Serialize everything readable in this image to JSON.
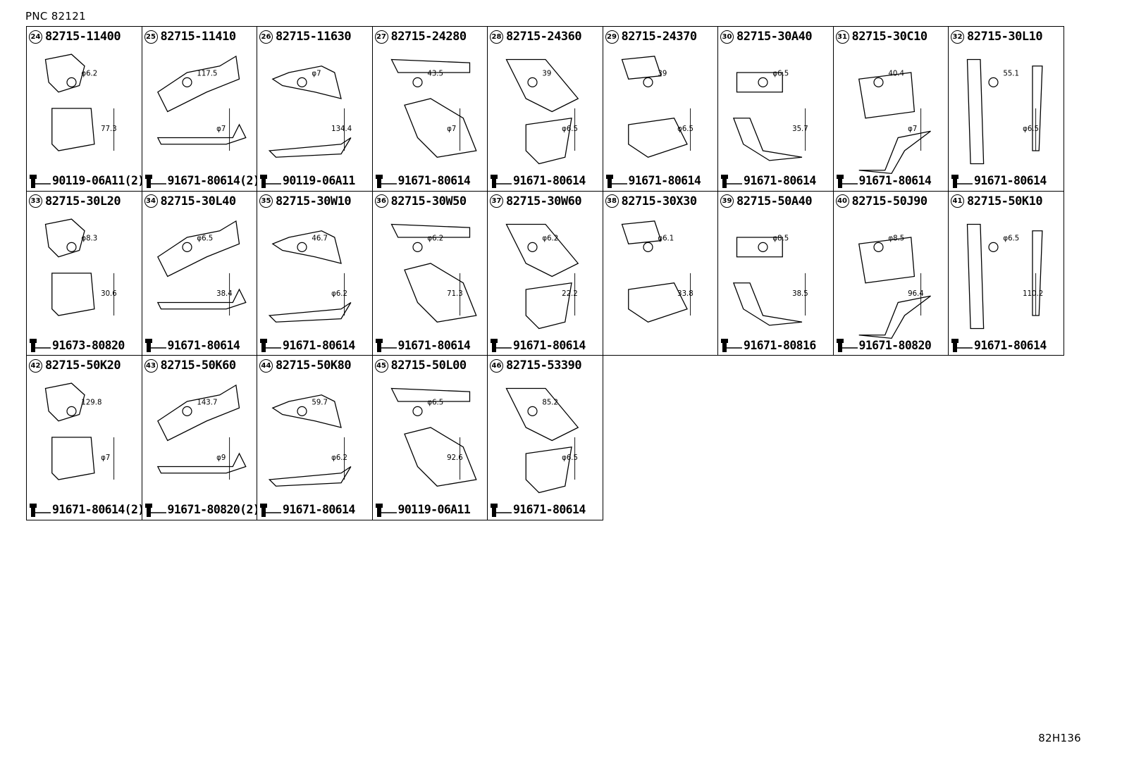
{
  "header": {
    "pnc": "PNC 82121"
  },
  "footer": {
    "figure_code": "82H136"
  },
  "cells": [
    {
      "index": "24",
      "part_no": "82715-11400",
      "bolt_no": "90119-06A11(2)",
      "dims": [
        "φ6.2",
        "77.3"
      ]
    },
    {
      "index": "25",
      "part_no": "82715-11410",
      "bolt_no": "91671-80614(2)",
      "dims": [
        "117.5",
        "φ7"
      ]
    },
    {
      "index": "26",
      "part_no": "82715-11630",
      "bolt_no": "90119-06A11",
      "dims": [
        "φ7",
        "134.4"
      ]
    },
    {
      "index": "27",
      "part_no": "82715-24280",
      "bolt_no": "91671-80614",
      "dims": [
        "43.5",
        "φ7"
      ]
    },
    {
      "index": "28",
      "part_no": "82715-24360",
      "bolt_no": "91671-80614",
      "dims": [
        "39",
        "φ6.5"
      ]
    },
    {
      "index": "29",
      "part_no": "82715-24370",
      "bolt_no": "91671-80614",
      "dims": [
        "39",
        "φ6.5"
      ]
    },
    {
      "index": "30",
      "part_no": "82715-30A40",
      "bolt_no": "91671-80614",
      "dims": [
        "φ6.5",
        "35.7"
      ]
    },
    {
      "index": "31",
      "part_no": "82715-30C10",
      "bolt_no": "91671-80614",
      "dims": [
        "40.4",
        "φ7"
      ]
    },
    {
      "index": "32",
      "part_no": "82715-30L10",
      "bolt_no": "91671-80614",
      "dims": [
        "55.1",
        "φ6.5"
      ]
    },
    {
      "index": "33",
      "part_no": "82715-30L20",
      "bolt_no": "91673-80820",
      "dims": [
        "φ8.3",
        "30.6"
      ]
    },
    {
      "index": "34",
      "part_no": "82715-30L40",
      "bolt_no": "91671-80614",
      "dims": [
        "φ6.5",
        "38.4"
      ]
    },
    {
      "index": "35",
      "part_no": "82715-30W10",
      "bolt_no": "91671-80614",
      "dims": [
        "46.7",
        "φ6.2"
      ]
    },
    {
      "index": "36",
      "part_no": "82715-30W50",
      "bolt_no": "91671-80614",
      "dims": [
        "φ6.2",
        "71.3"
      ]
    },
    {
      "index": "37",
      "part_no": "82715-30W60",
      "bolt_no": "91671-80614",
      "dims": [
        "φ6.2",
        "22.2"
      ]
    },
    {
      "index": "38",
      "part_no": "82715-30X30",
      "bolt_no": "",
      "dims": [
        "φ6.1",
        "33.8"
      ]
    },
    {
      "index": "39",
      "part_no": "82715-50A40",
      "bolt_no": "91671-80816",
      "dims": [
        "φ8.5",
        "38.5"
      ]
    },
    {
      "index": "40",
      "part_no": "82715-50J90",
      "bolt_no": "91671-80820",
      "dims": [
        "φ8.5",
        "96.4"
      ]
    },
    {
      "index": "41",
      "part_no": "82715-50K10",
      "bolt_no": "91671-80614",
      "dims": [
        "φ6.5",
        "110.2"
      ]
    },
    {
      "index": "42",
      "part_no": "82715-50K20",
      "bolt_no": "91671-80614(2)",
      "dims": [
        "129.8",
        "φ7"
      ]
    },
    {
      "index": "43",
      "part_no": "82715-50K60",
      "bolt_no": "91671-80820(2)",
      "dims": [
        "143.7",
        "φ9"
      ]
    },
    {
      "index": "44",
      "part_no": "82715-50K80",
      "bolt_no": "91671-80614",
      "dims": [
        "59.7",
        "φ6.2"
      ]
    },
    {
      "index": "45",
      "part_no": "82715-50L00",
      "bolt_no": "90119-06A11",
      "dims": [
        "φ6.5",
        "92.6"
      ]
    },
    {
      "index": "46",
      "part_no": "82715-53390",
      "bolt_no": "91671-80614",
      "dims": [
        "85.2",
        "φ6.5"
      ]
    }
  ]
}
